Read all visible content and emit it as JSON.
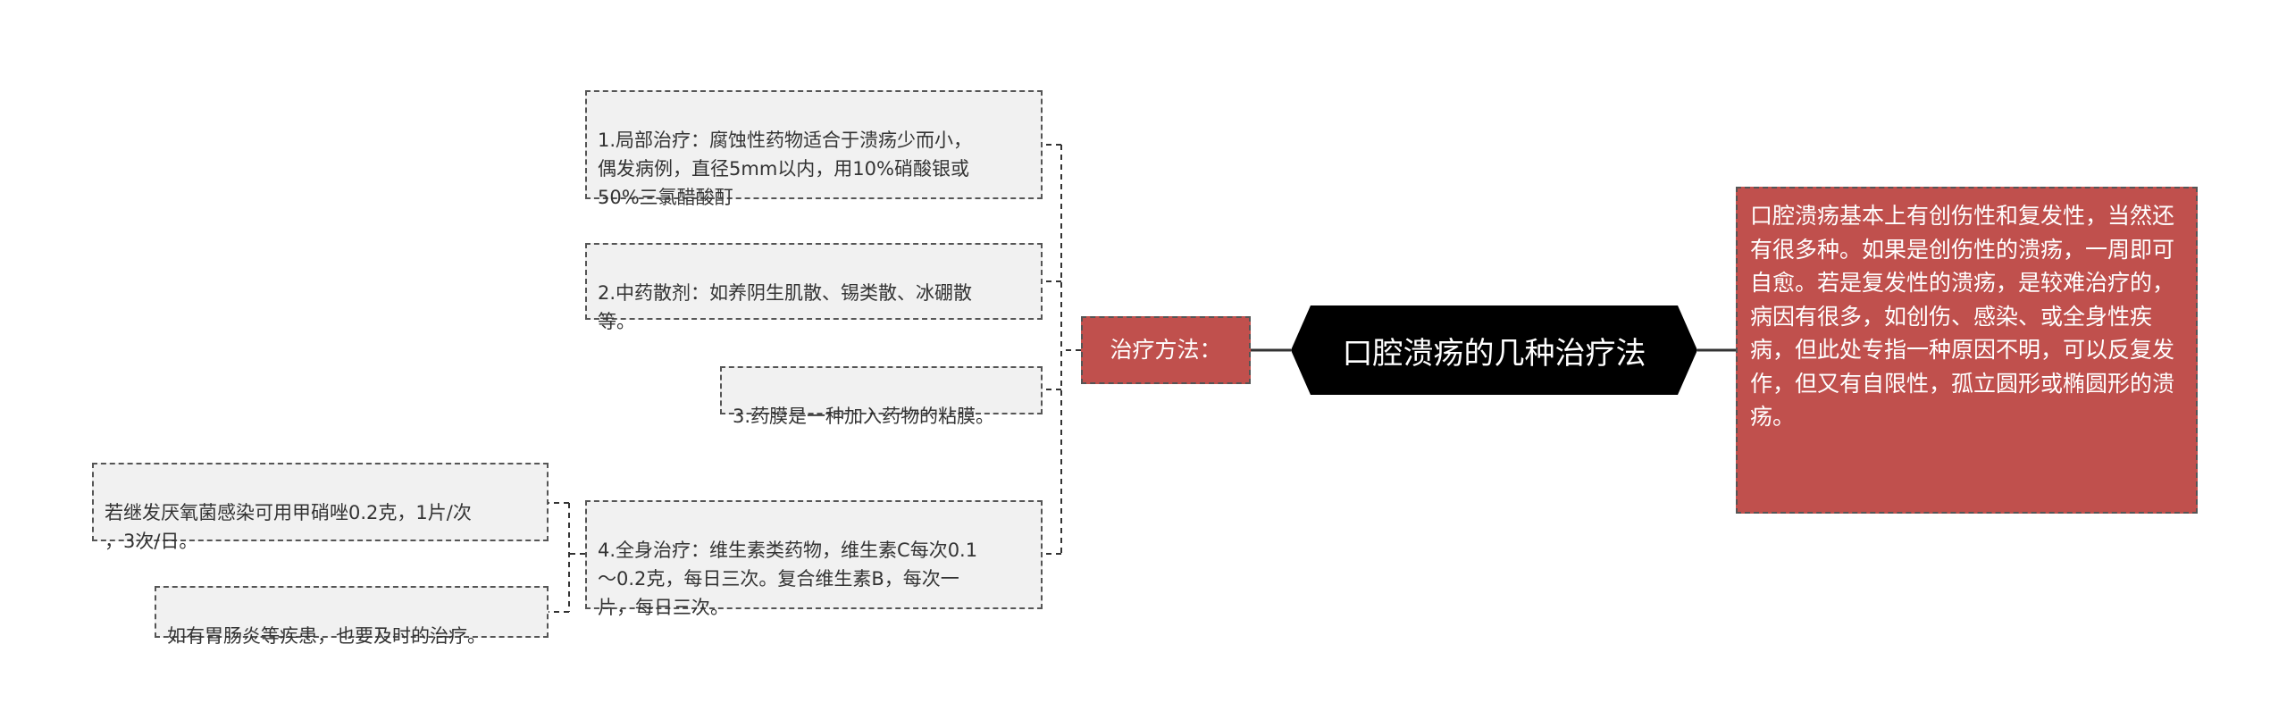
{
  "colors": {
    "root_bg": "#000000",
    "branch_bg": "#c0504d",
    "leaf_bg": "#f1f1f1",
    "leaf_border": "#555555",
    "line": "#333333"
  },
  "root": {
    "label": "口腔溃疡的几种治疗法"
  },
  "description": {
    "text": "口腔溃疡基本上有创伤性和复发性，当然还有很多种。如果是创伤性的溃疡，一周即可自愈。若是复发性的溃疡，是较难治疗的，病因有很多，如创伤、感染、或全身性疾病，但此处专指一种原因不明，可以反复发作，但又有自限性，孤立圆形或椭圆形的溃疡。"
  },
  "branch": {
    "label": "治疗方法：",
    "items": [
      {
        "text": "1.局部治疗：腐蚀性药物适合于溃疡少而小，\n偶发病例，直径5mm以内，用10%硝酸银或\n50%三氯醋酸酊"
      },
      {
        "text": "2.中药散剂：如养阴生肌散、锡类散、冰硼散\n等。"
      },
      {
        "text": "3.药膜是一种加入药物的粘膜。"
      },
      {
        "text": "4.全身治疗：维生素类药物，维生素C每次0.1\n～0.2克，每日三次。复合维生素B，每次一\n片，每日三次。",
        "children": [
          {
            "text": "若继发厌氧菌感染可用甲硝唑0.2克，1片/次\n，3次/日。"
          },
          {
            "text": "如有胃肠炎等疾患，也要及时的治疗。"
          }
        ]
      }
    ]
  }
}
